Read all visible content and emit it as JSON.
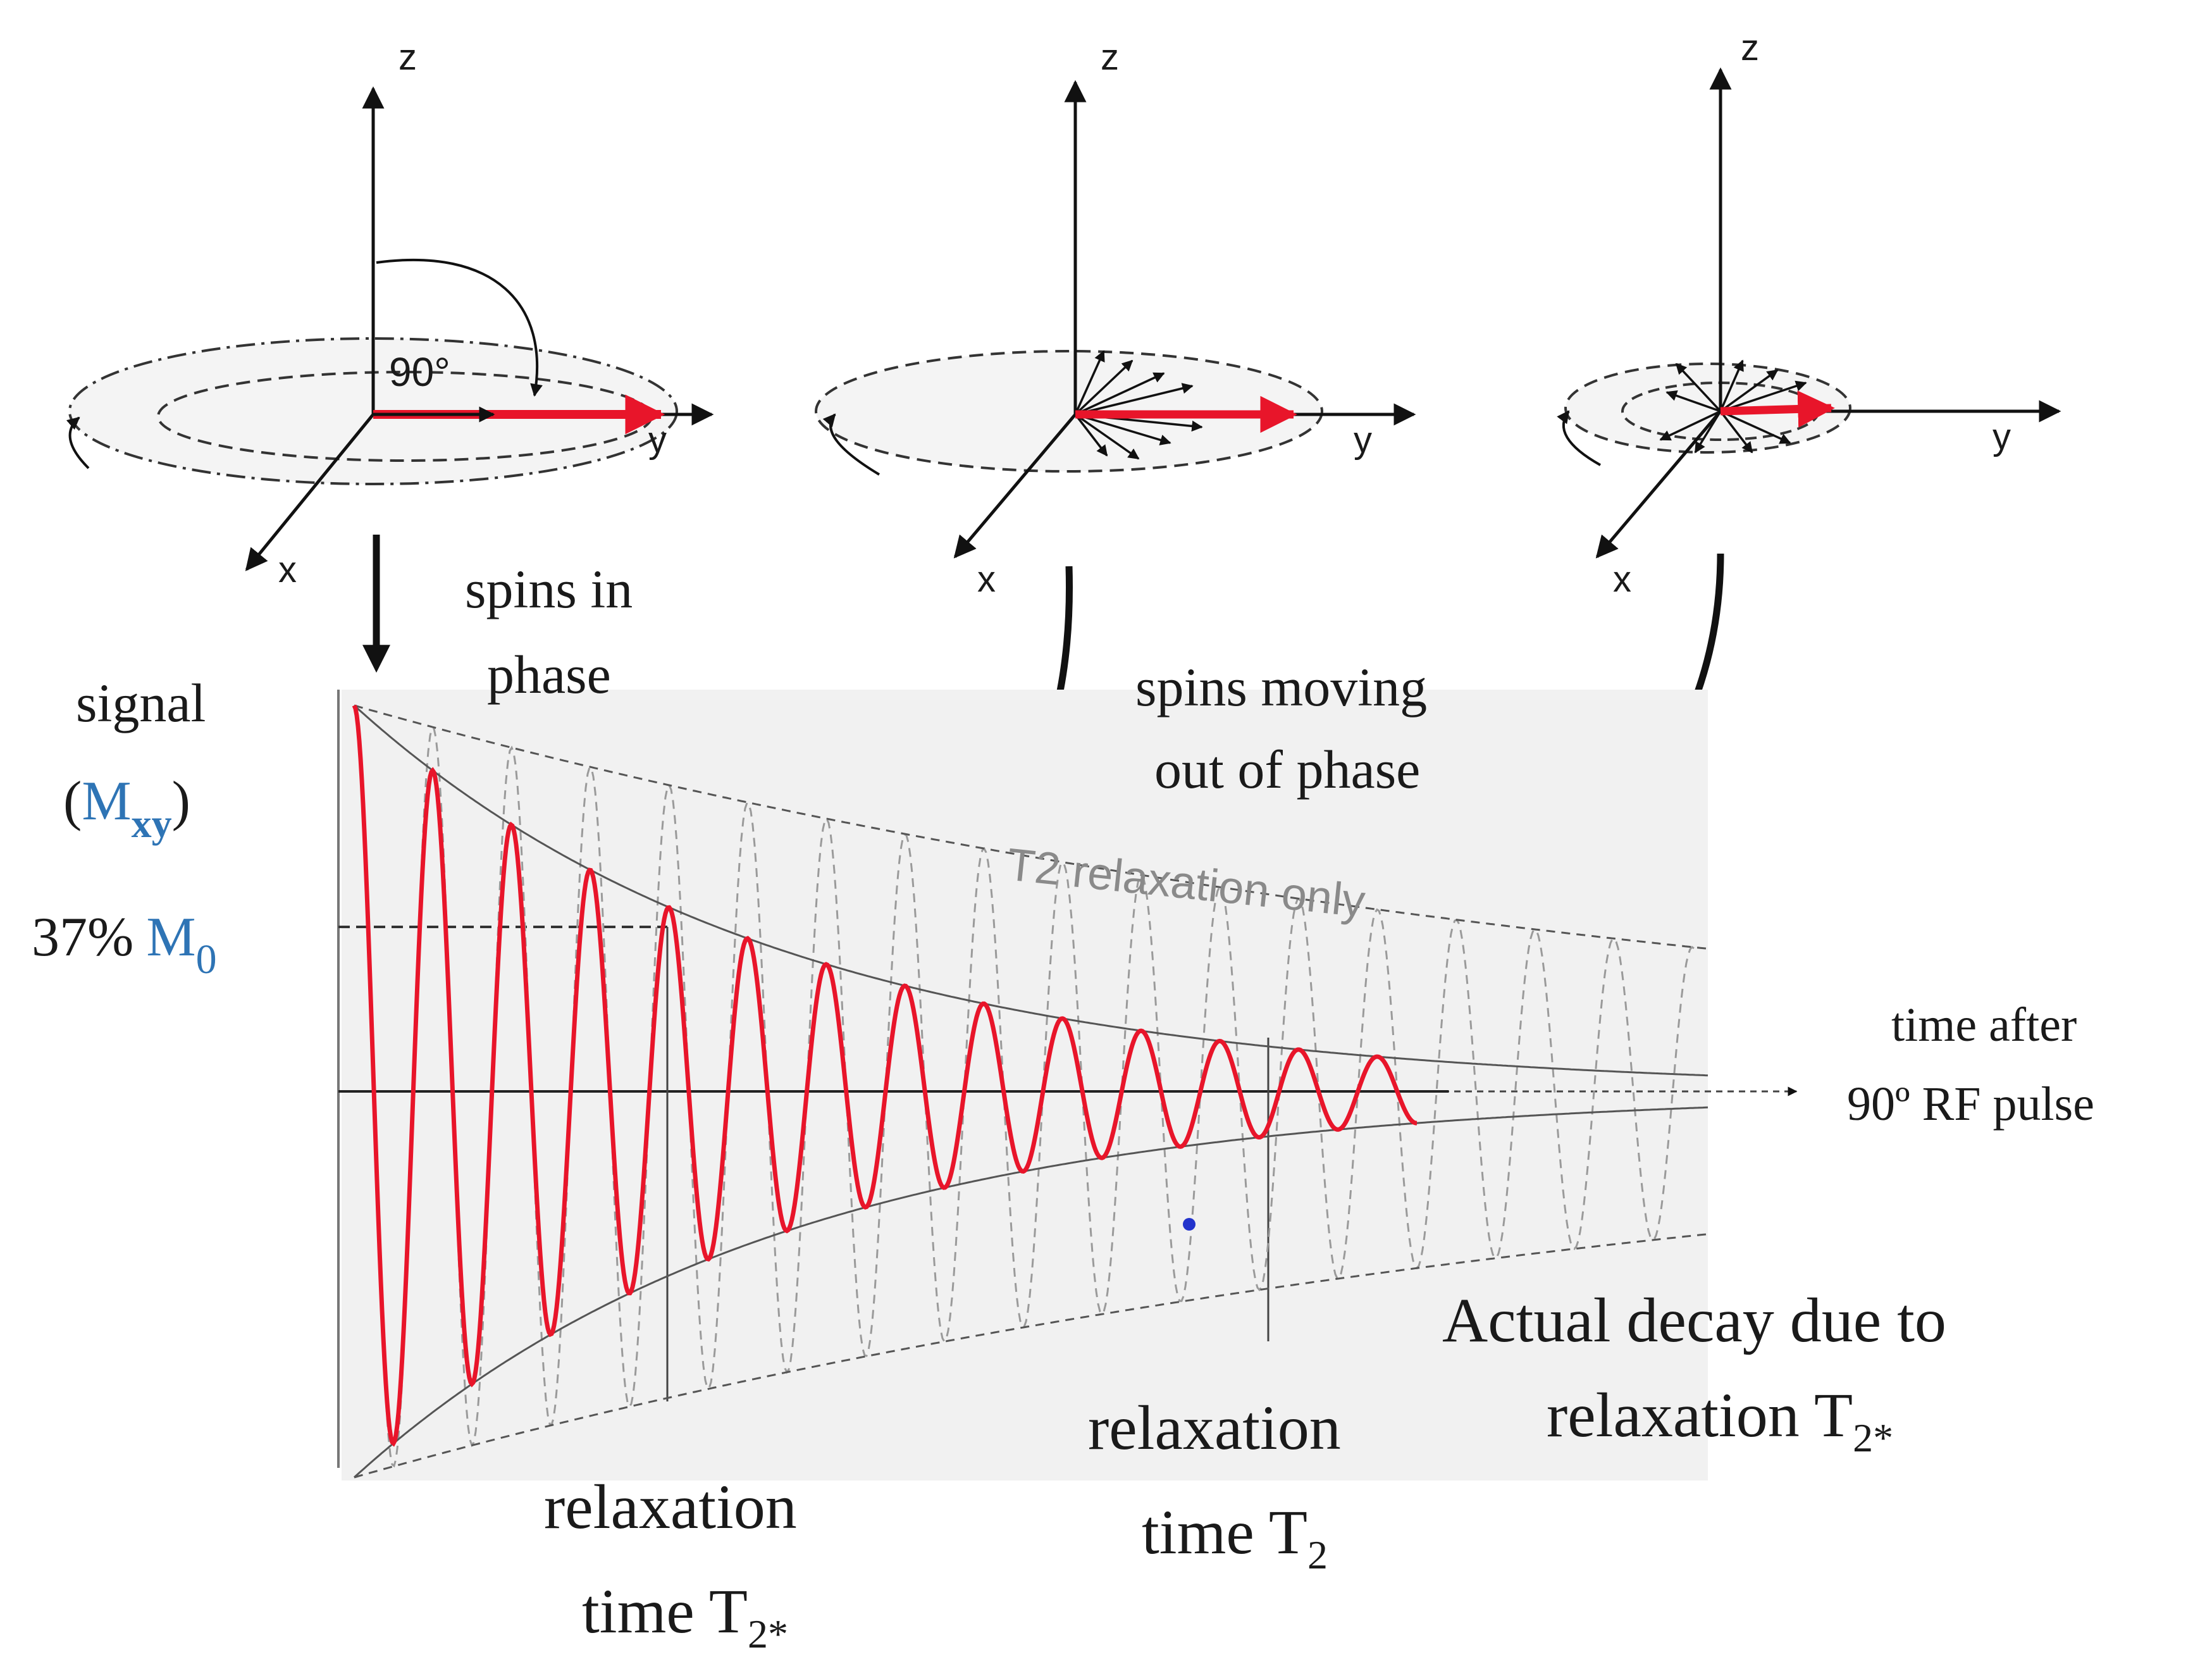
{
  "diagram": {
    "panels": [
      {
        "axis_labels": {
          "z": "z",
          "y": "y",
          "x": "x"
        },
        "angle_label": "90°"
      },
      {
        "axis_labels": {
          "z": "z",
          "y": "y",
          "x": "x"
        }
      },
      {
        "axis_labels": {
          "z": "z",
          "y": "y",
          "x": "x"
        }
      }
    ],
    "labels": {
      "spins_in_phase": [
        "spins in",
        "phase"
      ],
      "spins_moving_out": [
        "spins moving",
        "out of phase"
      ],
      "signal": "signal",
      "mxy": {
        "open": "(",
        "M": "M",
        "sub": "xy",
        "close": ")"
      },
      "percent": {
        "text": "37%",
        "M": "M",
        "sub": "0"
      },
      "t2_only": "T2 relaxation only",
      "time_axis": [
        "time after",
        "90º RF pulse"
      ],
      "actual_decay": {
        "line1": "Actual decay due to",
        "line2": "relaxation T",
        "sub": "2*"
      },
      "relax_t2": {
        "line1": "relaxation",
        "line2": "time T",
        "sub": "2"
      },
      "relax_t2star": {
        "line1": "relaxation",
        "line2": "time T",
        "sub": "2*"
      }
    },
    "colors": {
      "signal_curve": "#e8152a",
      "magnetization_vector": "#e8152a",
      "label_blue": "#2e74b5",
      "envelope_gray": "#8a8a8a"
    },
    "signal_model": {
      "t2star_decay_fraction_at_marker": 0.37,
      "oscillation_count": 12
    }
  }
}
